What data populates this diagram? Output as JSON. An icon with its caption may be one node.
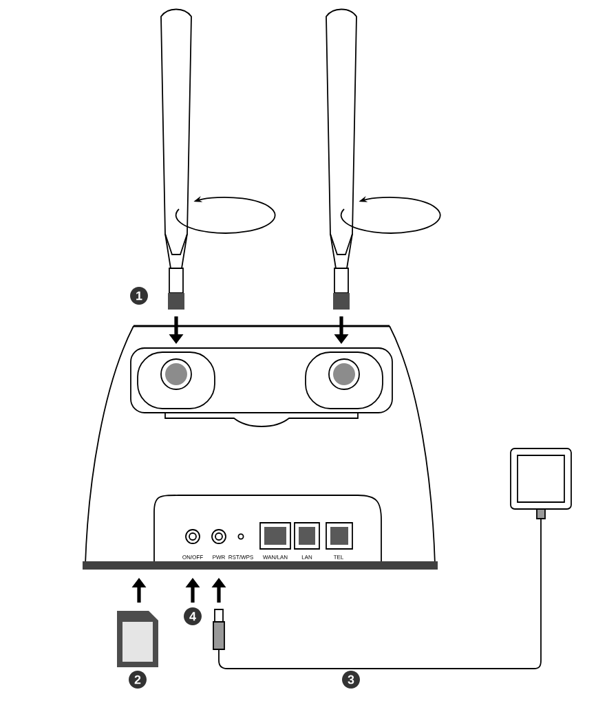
{
  "diagram": {
    "labels": [
      "1",
      "ON/OFF",
      "PWR",
      "RST/WPS",
      "WAN/LAN",
      "LAN",
      "TEL",
      "4",
      "2",
      "3"
    ]
  }
}
